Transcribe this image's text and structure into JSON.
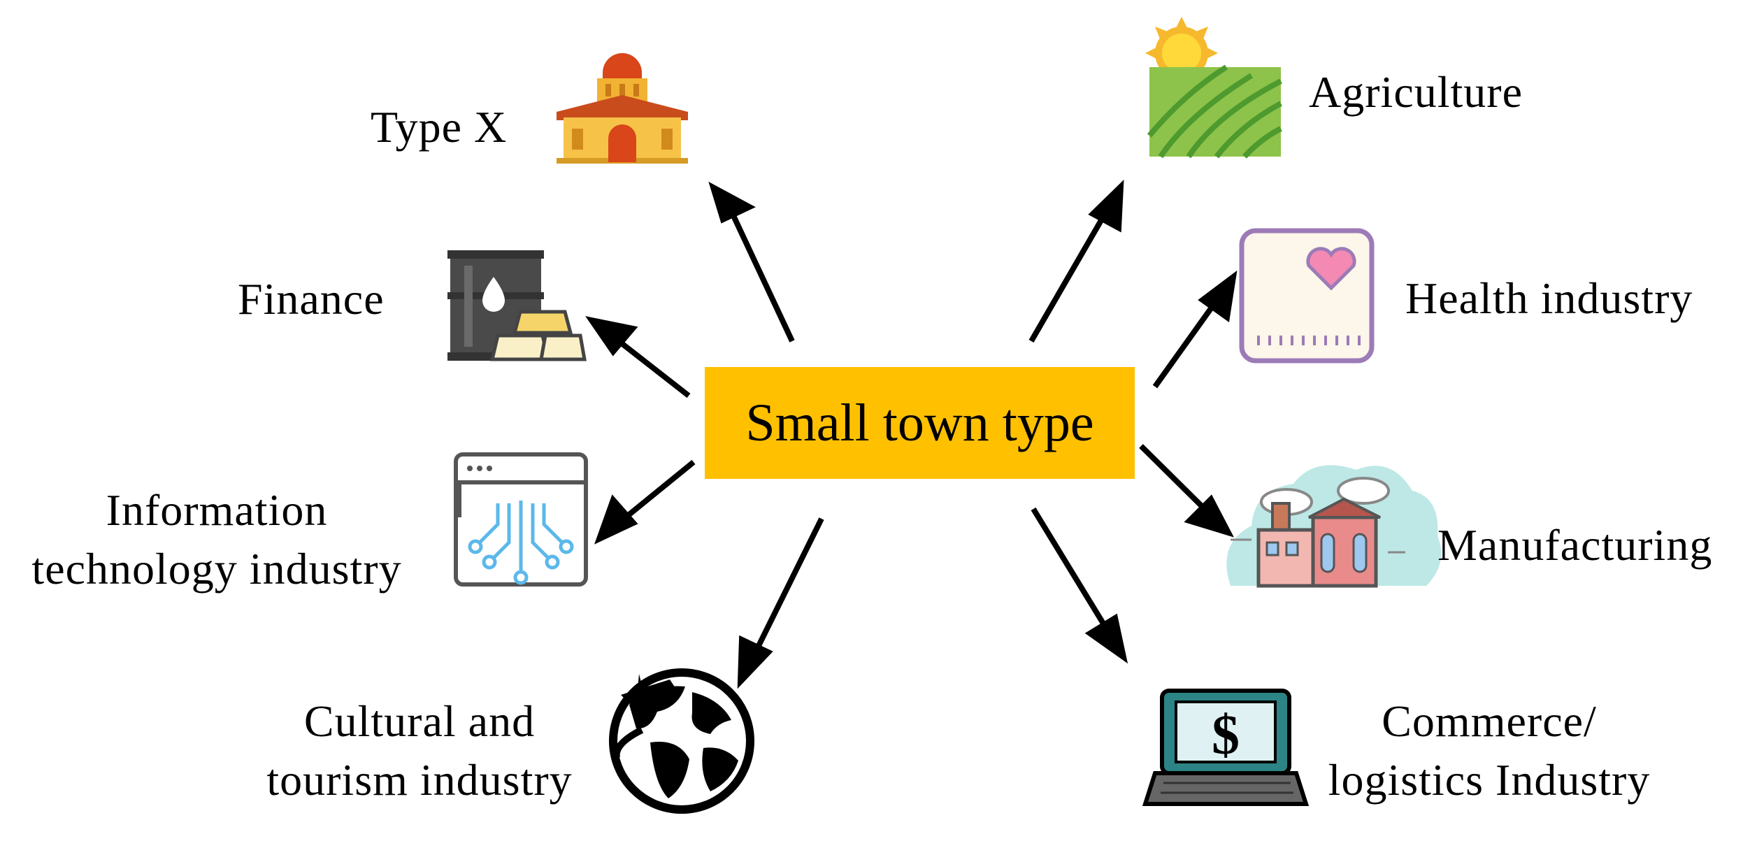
{
  "center": {
    "label": "Small town type"
  },
  "labels": {
    "type_x": "Type X",
    "finance": "Finance",
    "it_line1": "Information",
    "it_line2": "technology industry",
    "culture_line1": "Cultural and",
    "culture_line2": "tourism industry",
    "agriculture": "Agriculture",
    "health": "Health industry",
    "manufacturing": "Manufacturing",
    "commerce_line1": "Commerce/",
    "commerce_line2": "logistics Industry"
  },
  "icons": {
    "type_x": "town-hall-icon",
    "finance": "oil-barrel-gold-icon",
    "it": "circuit-window-icon",
    "culture": "globe-plane-icon",
    "agriculture": "sun-field-icon",
    "health": "heart-monitor-icon",
    "manufacturing": "factory-icon",
    "commerce": "computer-dollar-icon"
  },
  "colors": {
    "center_fill": "#FFC000",
    "arrow": "#000000",
    "text": "#000000"
  }
}
